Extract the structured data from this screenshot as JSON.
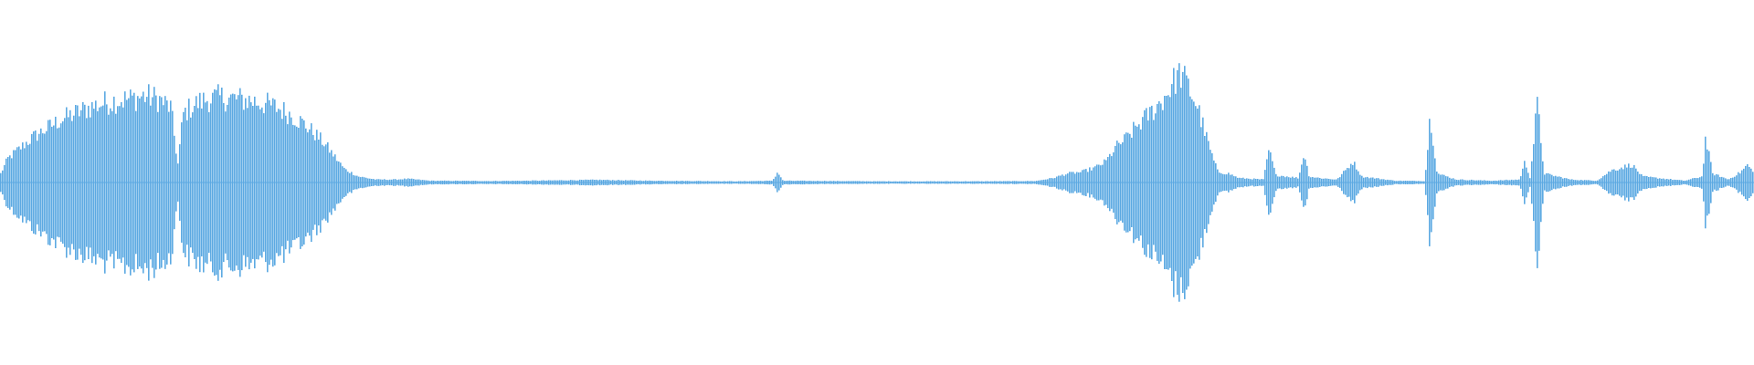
{
  "waveform": {
    "color": "#5ca9e2",
    "background": "#ffffff",
    "envelope": [
      [
        0.0,
        0.06
      ],
      [
        0.004,
        0.16
      ],
      [
        0.01,
        0.22
      ],
      [
        0.018,
        0.3
      ],
      [
        0.026,
        0.36
      ],
      [
        0.034,
        0.42
      ],
      [
        0.042,
        0.46
      ],
      [
        0.05,
        0.5
      ],
      [
        0.058,
        0.53
      ],
      [
        0.066,
        0.55
      ],
      [
        0.074,
        0.56
      ],
      [
        0.082,
        0.58
      ],
      [
        0.09,
        0.56
      ],
      [
        0.097,
        0.5
      ],
      [
        0.101,
        0.12
      ],
      [
        0.104,
        0.46
      ],
      [
        0.11,
        0.52
      ],
      [
        0.118,
        0.56
      ],
      [
        0.126,
        0.57
      ],
      [
        0.134,
        0.56
      ],
      [
        0.142,
        0.55
      ],
      [
        0.15,
        0.53
      ],
      [
        0.158,
        0.5
      ],
      [
        0.166,
        0.45
      ],
      [
        0.172,
        0.4
      ],
      [
        0.178,
        0.34
      ],
      [
        0.184,
        0.27
      ],
      [
        0.19,
        0.18
      ],
      [
        0.196,
        0.09
      ],
      [
        0.204,
        0.04
      ],
      [
        0.214,
        0.02
      ],
      [
        0.225,
        0.02
      ],
      [
        0.232,
        0.025
      ],
      [
        0.245,
        0.012
      ],
      [
        0.28,
        0.01
      ],
      [
        0.3,
        0.012
      ],
      [
        0.34,
        0.018
      ],
      [
        0.37,
        0.012
      ],
      [
        0.42,
        0.008
      ],
      [
        0.44,
        0.012
      ],
      [
        0.443,
        0.07
      ],
      [
        0.446,
        0.012
      ],
      [
        0.5,
        0.008
      ],
      [
        0.56,
        0.008
      ],
      [
        0.59,
        0.01
      ],
      [
        0.6,
        0.03
      ],
      [
        0.608,
        0.06
      ],
      [
        0.616,
        0.07
      ],
      [
        0.624,
        0.1
      ],
      [
        0.63,
        0.14
      ],
      [
        0.636,
        0.24
      ],
      [
        0.642,
        0.3
      ],
      [
        0.648,
        0.38
      ],
      [
        0.654,
        0.45
      ],
      [
        0.66,
        0.52
      ],
      [
        0.665,
        0.6
      ],
      [
        0.67,
        0.7
      ],
      [
        0.673,
        0.73
      ],
      [
        0.677,
        0.64
      ],
      [
        0.682,
        0.52
      ],
      [
        0.686,
        0.36
      ],
      [
        0.69,
        0.2
      ],
      [
        0.694,
        0.07
      ],
      [
        0.7,
        0.06
      ],
      [
        0.706,
        0.03
      ],
      [
        0.72,
        0.02
      ],
      [
        0.723,
        0.22
      ],
      [
        0.727,
        0.05
      ],
      [
        0.74,
        0.03
      ],
      [
        0.743,
        0.2
      ],
      [
        0.746,
        0.04
      ],
      [
        0.752,
        0.03
      ],
      [
        0.762,
        0.02
      ],
      [
        0.771,
        0.14
      ],
      [
        0.776,
        0.04
      ],
      [
        0.795,
        0.012
      ],
      [
        0.812,
        0.01
      ],
      [
        0.815,
        0.46
      ],
      [
        0.819,
        0.06
      ],
      [
        0.83,
        0.02
      ],
      [
        0.85,
        0.012
      ],
      [
        0.866,
        0.02
      ],
      [
        0.869,
        0.14
      ],
      [
        0.872,
        0.03
      ],
      [
        0.876,
        0.53
      ],
      [
        0.88,
        0.06
      ],
      [
        0.895,
        0.02
      ],
      [
        0.91,
        0.012
      ],
      [
        0.918,
        0.08
      ],
      [
        0.924,
        0.1
      ],
      [
        0.93,
        0.12
      ],
      [
        0.936,
        0.04
      ],
      [
        0.96,
        0.012
      ],
      [
        0.97,
        0.04
      ],
      [
        0.972,
        0.3
      ],
      [
        0.976,
        0.06
      ],
      [
        0.985,
        0.02
      ],
      [
        0.992,
        0.07
      ],
      [
        0.996,
        0.12
      ],
      [
        1.0,
        0.05
      ]
    ]
  }
}
